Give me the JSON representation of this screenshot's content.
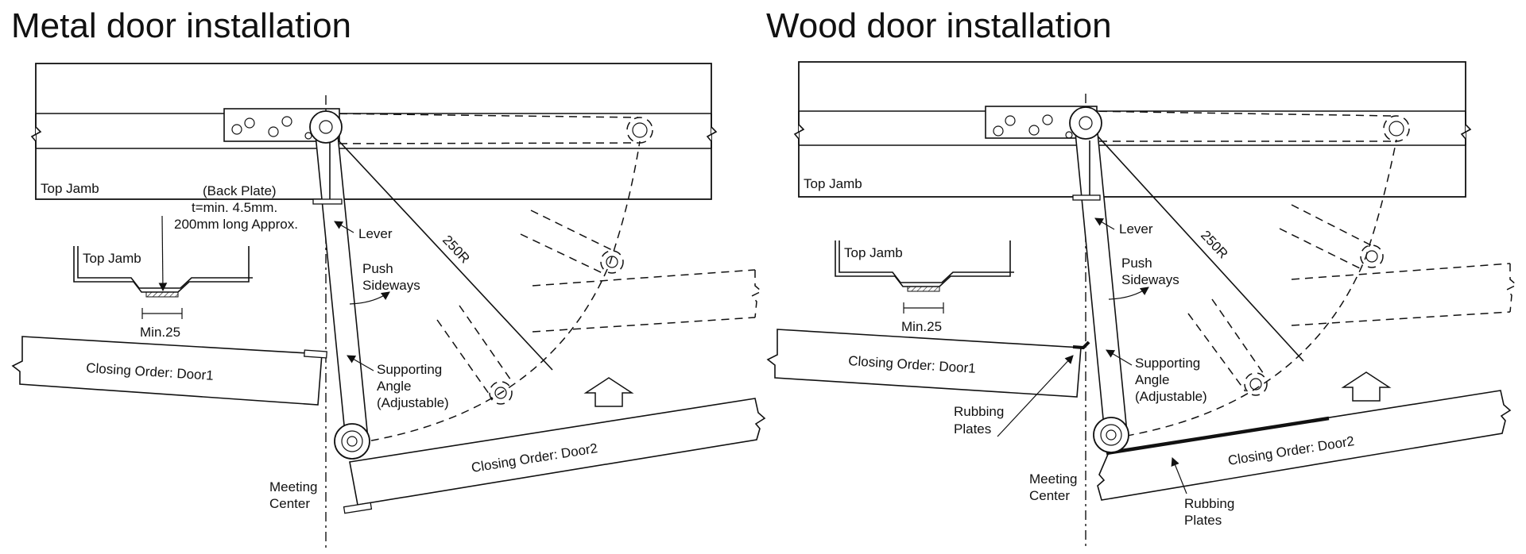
{
  "left_diagram": {
    "title": "Metal door installation",
    "labels": {
      "top_jamb": "Top Jamb",
      "back_plate": "(Back Plate)",
      "thickness": "t=min. 4.5mm.",
      "length": "200mm long Approx.",
      "section_top_jamb": "Top Jamb",
      "min_dim": "Min.25",
      "lever": "Lever",
      "radius": "250R",
      "push_line1": "Push",
      "push_line2": "Sideways",
      "supporting_line1": "Supporting",
      "supporting_line2": "Angle",
      "supporting_line3": "(Adjustable)",
      "door1": "Closing Order: Door1",
      "door2": "Closing Order: Door2",
      "meeting_line1": "Meeting",
      "meeting_line2": "Center"
    }
  },
  "right_diagram": {
    "title": "Wood door installation",
    "labels": {
      "top_jamb": "Top Jamb",
      "section_top_jamb": "Top Jamb",
      "min_dim": "Min.25",
      "lever": "Lever",
      "radius": "250R",
      "push_line1": "Push",
      "push_line2": "Sideways",
      "supporting_line1": "Supporting",
      "supporting_line2": "Angle",
      "supporting_line3": "(Adjustable)",
      "door1": "Closing Order: Door1",
      "door2": "Closing Order: Door2",
      "rubbing1_line1": "Rubbing",
      "rubbing1_line2": "Plates",
      "rubbing2_line1": "Rubbing",
      "rubbing2_line2": "Plates",
      "meeting_line1": "Meeting",
      "meeting_line2": "Center"
    }
  }
}
